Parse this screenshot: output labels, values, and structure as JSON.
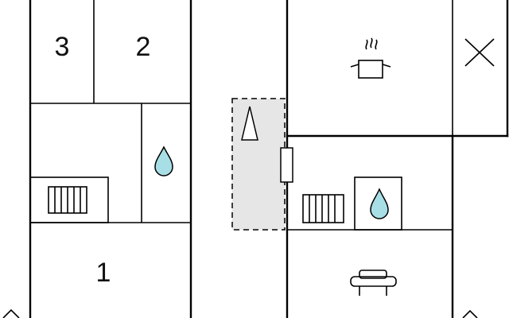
{
  "floorplan": {
    "room_labels": {
      "room_3": "3",
      "room_2": "2",
      "room_1": "1"
    },
    "colors": {
      "wall": "#000000",
      "background": "#ffffff",
      "water_drop": "#a8dfe6",
      "terrace": "#e6e6e6"
    },
    "icons": [
      "radiator-icon",
      "water-drop-icon",
      "fireplace-icon",
      "cooking-pot-icon",
      "cross-icon",
      "armchair-icon",
      "compass-arrow-icon"
    ]
  }
}
